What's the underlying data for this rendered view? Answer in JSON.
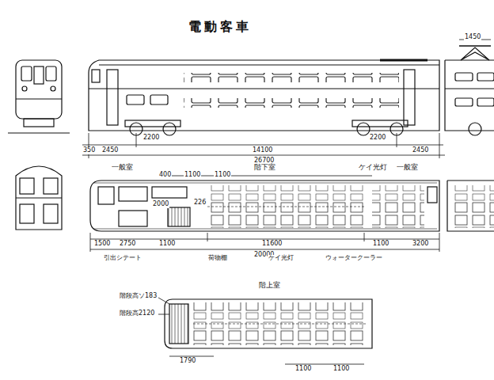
{
  "diagram": {
    "title": "電動客車",
    "labels": [
      "1450",
      "350",
      "2450",
      "2200",
      "14100",
      "2200",
      "2450",
      "26700",
      "一般室",
      "階下室",
      "ケイ光灯",
      "一般室",
      "400",
      "1100",
      "1100",
      "2000",
      "226",
      "1500",
      "2750",
      "1100",
      "11600",
      "1100",
      "3200",
      "20000",
      "引出シテート",
      "荷物棚",
      "ケイ光灯",
      "ウォータークーラー",
      "階上室",
      "階段高ソ183",
      "階段高2120",
      "1790",
      "1100",
      "1100"
    ]
  }
}
